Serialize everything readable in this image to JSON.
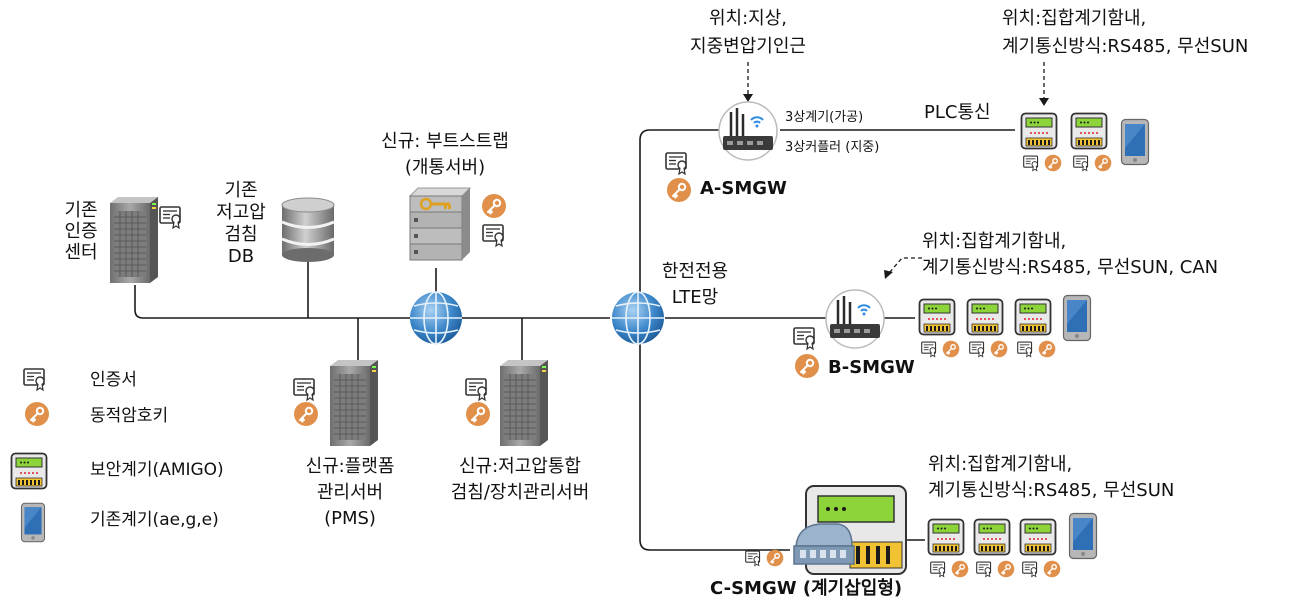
{
  "colors": {
    "line": "#1a1a1a",
    "key_badge": "#e0904a",
    "meter_screen": "#8cd43a",
    "meter_body": "#e8e8e8",
    "globe": "#3b86c9",
    "server": "#8a8a8a"
  },
  "nodes": {
    "auth_center": {
      "lines": [
        "기존",
        "인증",
        "센터"
      ],
      "icon": "server-tower-icon"
    },
    "low_voltage_db": {
      "lines": [
        "기존",
        "저고압",
        "검침",
        "DB"
      ],
      "icon": "database-icon"
    },
    "bootstrap": {
      "line1": "신규: 부트스트랩",
      "line2": "(개통서버)",
      "icon": "rack-server-icon"
    },
    "pms": {
      "line1": "신규:플랫폼",
      "line2": "관리서버",
      "line3": "(PMS)"
    },
    "metering_mgmt": {
      "line1": "신규:저고압통합",
      "line2": "검침/장치관리서버"
    },
    "lte_network": {
      "line1": "한전전용",
      "line2": "LTE망"
    },
    "a_smgw": {
      "label": "A-SMGW",
      "location_line1": "위치:지상,",
      "location_line2": "지중변압기인근",
      "link_upper": "3상계기(가공)",
      "link_lower": "3상커플러 (지중)",
      "plc": "PLC통신",
      "meter_note_line1": "위치:집합계기함내,",
      "meter_note_line2": "계기통신방식:RS485, 무선SUN"
    },
    "b_smgw": {
      "label": "B-SMGW",
      "note_line1": "위치:집합계기함내,",
      "note_line2": "계기통신방식:RS485, 무선SUN, CAN"
    },
    "c_smgw": {
      "label": "C-SMGW (계기삽입형)",
      "note_line1": "위치:집합계기함내,",
      "note_line2": "계기통신방식:RS485, 무선SUN"
    }
  },
  "legend": [
    {
      "icon": "certificate-icon",
      "label": "인증서"
    },
    {
      "icon": "key-icon",
      "label": "동적암호키"
    },
    {
      "icon": "secure-meter-icon",
      "label": "보안계기(AMIGO)"
    },
    {
      "icon": "legacy-meter-icon",
      "label": "기존계기(ae,g,e)"
    }
  ]
}
